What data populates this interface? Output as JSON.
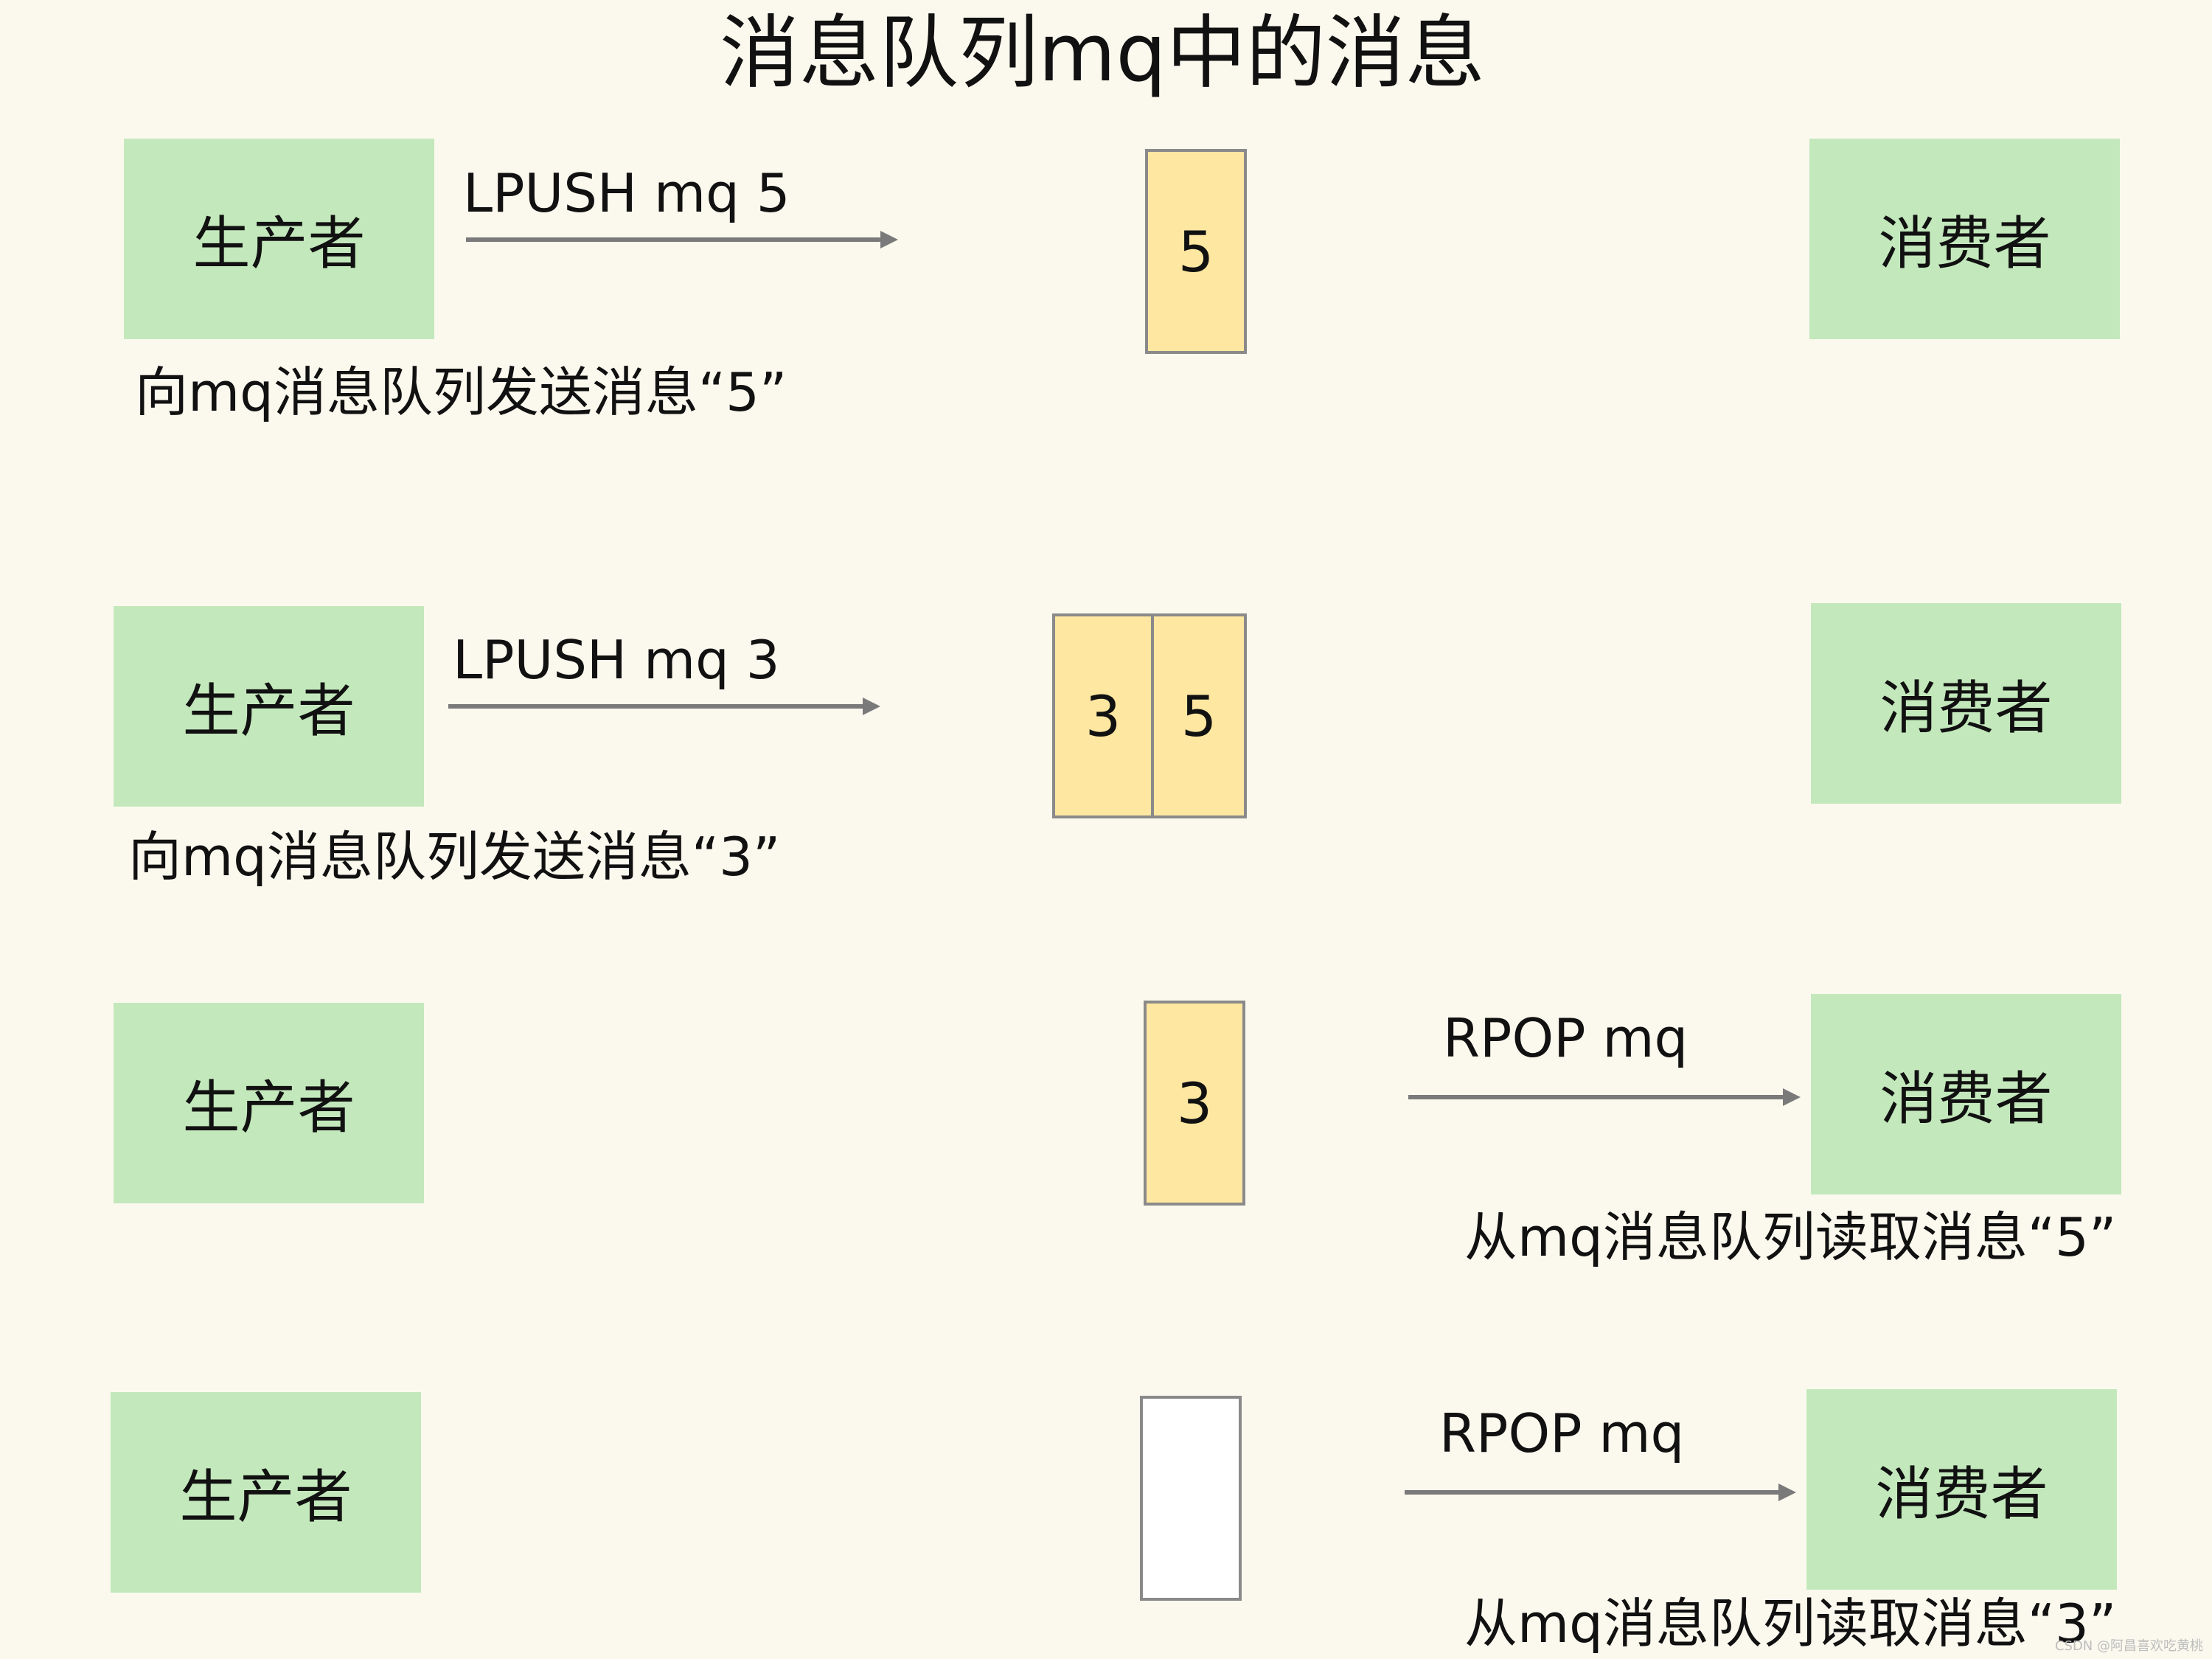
{
  "title": "消息队列mq中的消息",
  "producer_label": "生产者",
  "consumer_label": "消费者",
  "steps": [
    {
      "command": "LPUSH mq 5",
      "caption": "向mq消息队列发送消息“5”",
      "queue": [
        "5"
      ]
    },
    {
      "command": "LPUSH mq 3",
      "caption": "向mq消息队列发送消息“3”",
      "queue": [
        "3",
        "5"
      ]
    },
    {
      "command": "RPOP mq",
      "caption": "从mq消息队列读取消息“5”",
      "queue": [
        "3"
      ]
    },
    {
      "command": "RPOP mq",
      "caption": "从mq消息队列读取消息“3”",
      "queue": []
    }
  ],
  "watermark": "CSDN @阿昌喜欢吃黄桃",
  "colors": {
    "background": "#fbf9ee",
    "role_box": "#c3e8bc",
    "queue_cell": "#fee7a0",
    "arrow": "#7a7a7a"
  }
}
